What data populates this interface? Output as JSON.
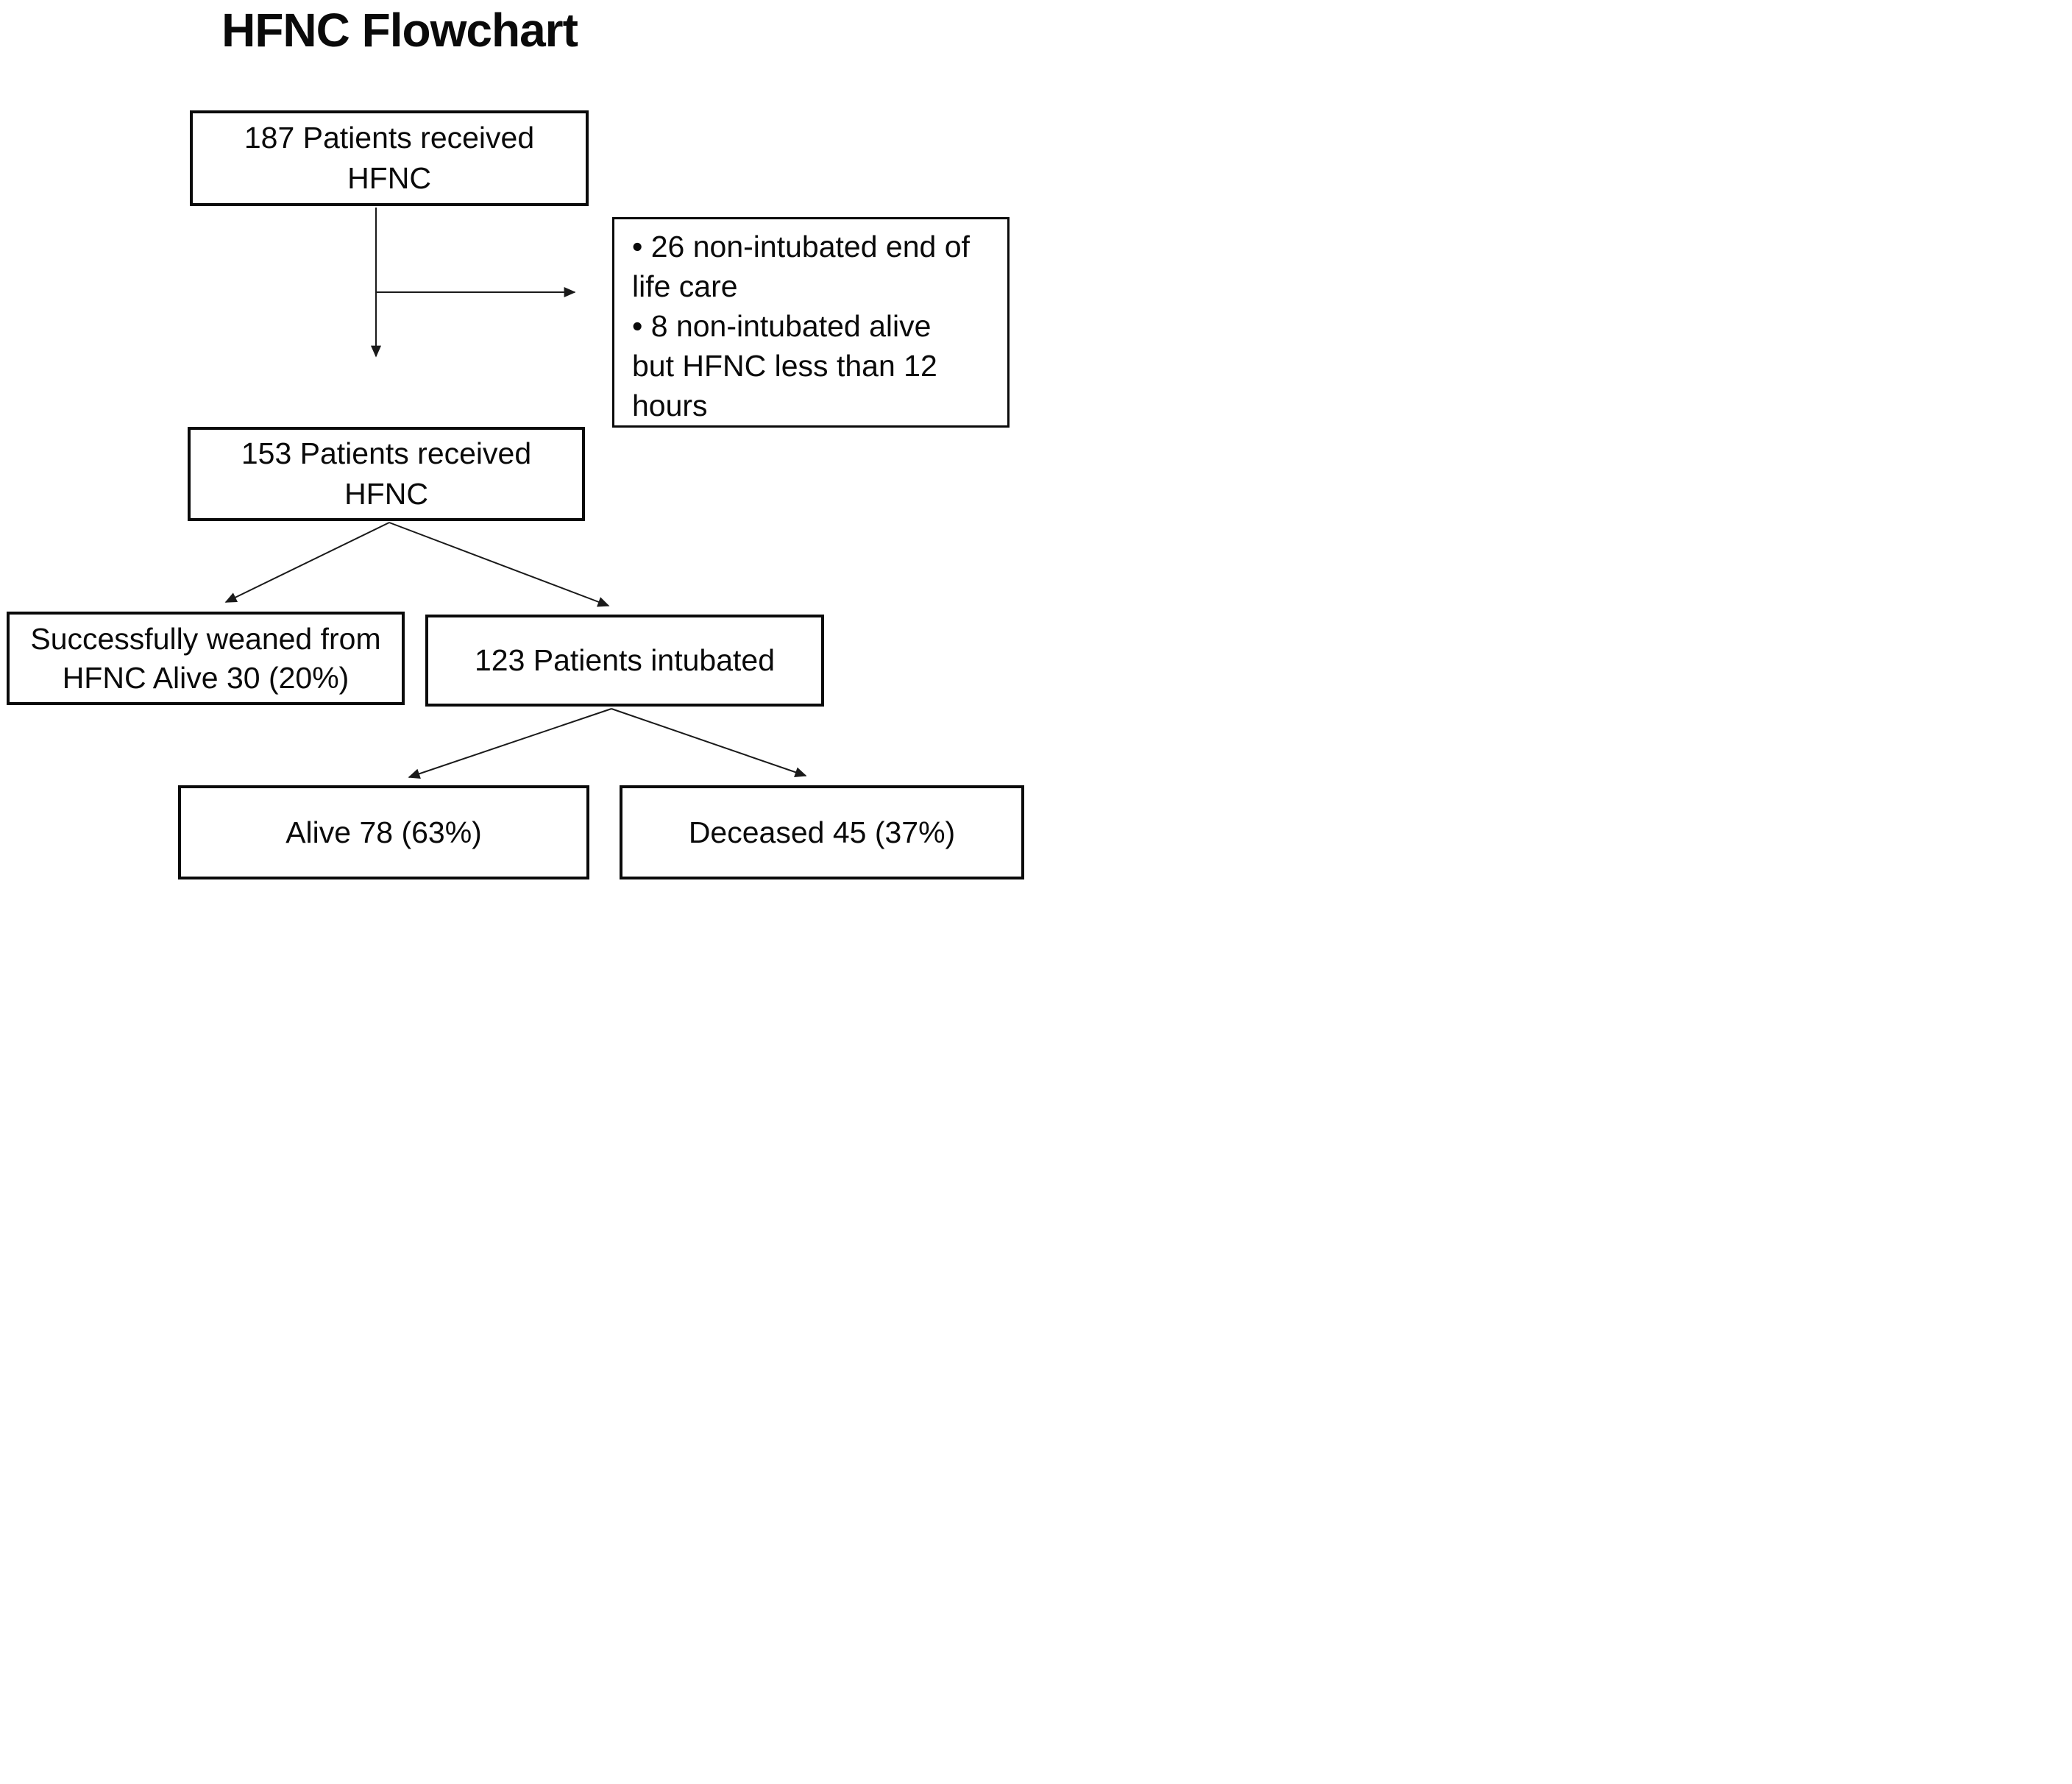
{
  "title": "HFNC Flowchart",
  "nodes": {
    "received_187": {
      "lines": [
        "187 Patients received",
        "HFNC"
      ]
    },
    "exclusions": {
      "lines": [
        "• 26 non-intubated end of",
        "life care",
        "• 8 non-intubated alive",
        "but HFNC less than 12",
        "hours"
      ]
    },
    "received_153": {
      "lines": [
        "153 Patients received",
        "HFNC"
      ]
    },
    "weaned": {
      "lines": [
        "Successfully weaned from",
        "HFNC Alive 30 (20%)"
      ]
    },
    "intubated": {
      "lines": [
        "123 Patients intubated"
      ]
    },
    "alive": {
      "lines": [
        "Alive 78 (63%)"
      ]
    },
    "deceased": {
      "lines": [
        "Deceased 45 (37%)"
      ]
    }
  },
  "edges": [
    {
      "from": "received_187",
      "to": "received_153",
      "type": "arrow-down"
    },
    {
      "from": "received_187",
      "to": "exclusions",
      "type": "arrow-branch-right"
    },
    {
      "from": "received_153",
      "to": "weaned",
      "type": "arrow-diagonal"
    },
    {
      "from": "received_153",
      "to": "intubated",
      "type": "arrow-diagonal"
    },
    {
      "from": "intubated",
      "to": "alive",
      "type": "arrow-diagonal"
    },
    {
      "from": "intubated",
      "to": "deceased",
      "type": "arrow-diagonal"
    }
  ],
  "colors": {
    "background": "#ffffff",
    "box_border": "#0a0a0a",
    "text": "#0a0a0a",
    "arrow": "#1a1a1a"
  }
}
